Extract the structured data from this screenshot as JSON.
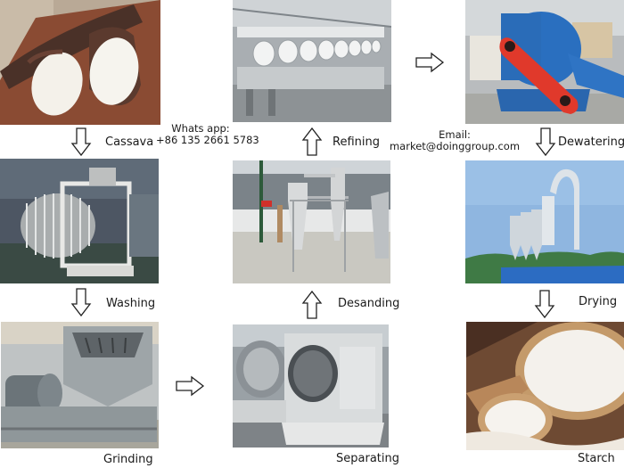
{
  "steps": [
    {
      "id": "cassava",
      "label": "Cassava"
    },
    {
      "id": "washing",
      "label": "Washing"
    },
    {
      "id": "grinding",
      "label": "Grinding"
    },
    {
      "id": "separating",
      "label": "Separating"
    },
    {
      "id": "desanding",
      "label": "Desanding"
    },
    {
      "id": "refining",
      "label": "Refining"
    },
    {
      "id": "dewatering",
      "label": "Dewatering"
    },
    {
      "id": "drying",
      "label": "Drying"
    },
    {
      "id": "starch",
      "label": "Starch"
    }
  ],
  "contact": {
    "whatsapp_label": "Whats app:",
    "whatsapp_number": "+86 135 2661 5783",
    "email_label": "Email:",
    "email_address": "market@doinggroup.com"
  },
  "arrows": [
    {
      "from": "cassava",
      "to": "washing",
      "direction": "down"
    },
    {
      "from": "washing",
      "to": "grinding",
      "direction": "down"
    },
    {
      "from": "grinding",
      "to": "separating",
      "direction": "right"
    },
    {
      "from": "separating",
      "to": "desanding",
      "direction": "up"
    },
    {
      "from": "desanding",
      "to": "refining",
      "direction": "up"
    },
    {
      "from": "refining",
      "to": "dewatering",
      "direction": "right"
    },
    {
      "from": "dewatering",
      "to": "drying",
      "direction": "down"
    },
    {
      "from": "drying",
      "to": "starch",
      "direction": "down"
    }
  ],
  "colors": {
    "background": "#ffffff",
    "text": "#1a1a1a",
    "arrow_stroke": "#222222",
    "dewatering_belt_red": "#e0392b",
    "dewatering_machine_blue": "#2a6fbf",
    "drying_sky_blue": "#8fb6e0"
  }
}
